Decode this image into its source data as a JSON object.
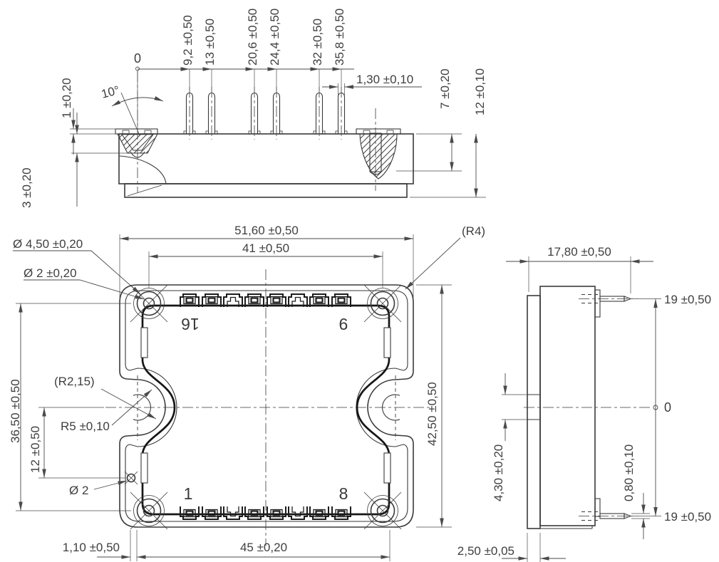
{
  "colors": {
    "line": "#3a3a3a",
    "dim_line": "#4a4a4a",
    "lid_line": "#161616",
    "background": "#ffffff"
  },
  "views": {
    "top": {
      "datum": "0",
      "draft_angle": "10°",
      "pin_positions": [
        "9,2 ±0,50",
        "13 ±0,50",
        "20,6 ±0,50",
        "24,4 ±0,50",
        "32 ±0,50",
        "35,8 ±0,50"
      ],
      "pin_width": "1,30 ±0,10",
      "step_height": "1 ±0,20",
      "counterbore_depth": "3 ±0,20",
      "bushing_depth": "7 ±0,20",
      "body_height": "12 ±0,10"
    },
    "front": {
      "overall_width": "51,60 ±0,50",
      "hole_pitch_h": "41 ±0,50",
      "overall_height": "42,50 ±0,50",
      "hole_pitch_v": "36,50 ±0,50",
      "boss_dia": "Ø 4,50 ±0,20",
      "hole_dia": "Ø 2 ±0,20",
      "corner_radius": "(R4)",
      "notch_bump_radius": "(R2,15)",
      "notch_radius": "R5 ±0,10",
      "small_hole_offset": "12 ±0,50",
      "small_hole_dia": "Ø 2",
      "edge_offset": "1,10 ±0,50",
      "pin_row_span": "45 ±0,20",
      "pin_labels": {
        "top_left": "16",
        "top_right": "9",
        "bottom_left": "1",
        "bottom_right": "8"
      }
    },
    "side": {
      "depth": "17,80 ±0,50",
      "pin_length_top": "19 ±0,50",
      "pin_length_bottom": "19 ±0,50",
      "datum": "0",
      "bump_width": "4,30 ±0,20",
      "pin_thickness": "0,80 ±0,10",
      "baseplate_thickness": "2,50 ±0,05"
    }
  }
}
